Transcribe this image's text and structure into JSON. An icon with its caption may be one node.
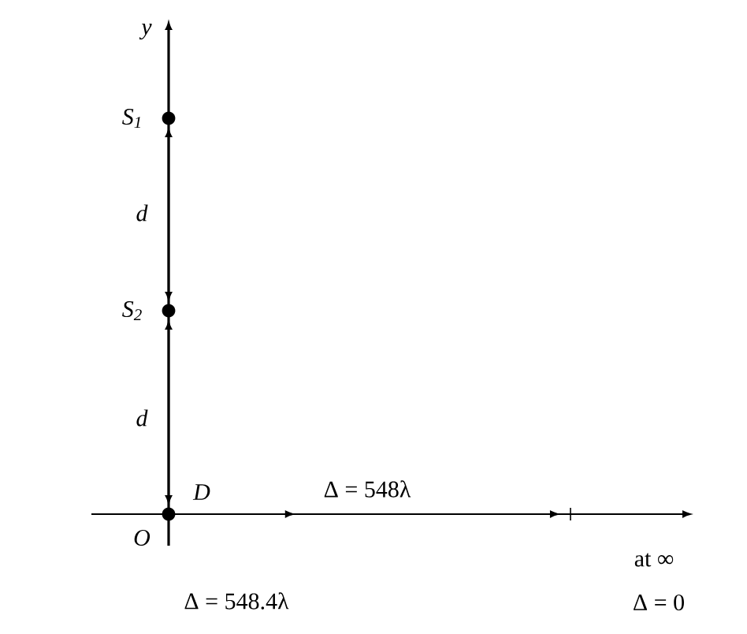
{
  "diagram": {
    "nodes": [
      {
        "text": [
          "S$_{1}$"
        ]
      },
      {
        "text": [
          "S$_{2}$"
        ]
      },
      {
        "text": [
          "O"
        ]
      }
    ],
    "labels": [
      "y",
      "d",
      "d",
      "D",
      "Δ = 548λ",
      "Δ = 548.4λ",
      "at ∞",
      "Δ = 0"
    ]
  }
}
